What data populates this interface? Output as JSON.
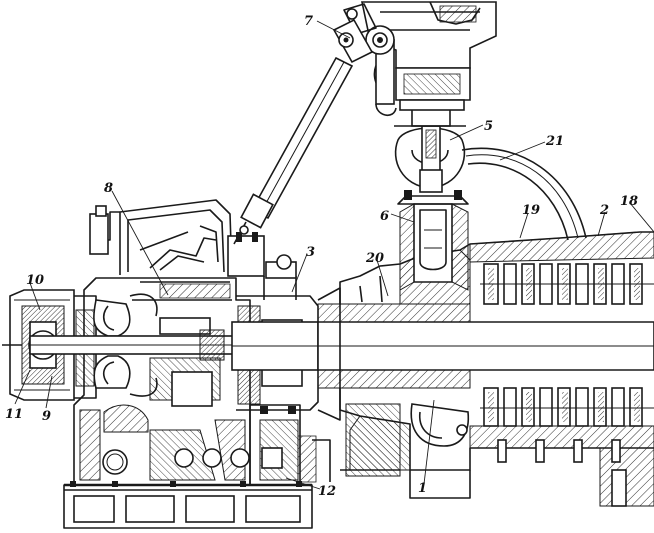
{
  "figure": {
    "callouts": [
      {
        "id": "c1",
        "text": "1"
      },
      {
        "id": "c2",
        "text": "2"
      },
      {
        "id": "c3",
        "text": "3"
      },
      {
        "id": "c5",
        "text": "5"
      },
      {
        "id": "c6",
        "text": "6"
      },
      {
        "id": "c7",
        "text": "7"
      },
      {
        "id": "c8",
        "text": "8"
      },
      {
        "id": "c9",
        "text": "9"
      },
      {
        "id": "c10",
        "text": "10"
      },
      {
        "id": "c11",
        "text": "11"
      },
      {
        "id": "c12",
        "text": "12"
      },
      {
        "id": "c18",
        "text": "18"
      },
      {
        "id": "c19",
        "text": "19"
      },
      {
        "id": "c20",
        "text": "20"
      },
      {
        "id": "c21",
        "text": "21"
      }
    ]
  }
}
